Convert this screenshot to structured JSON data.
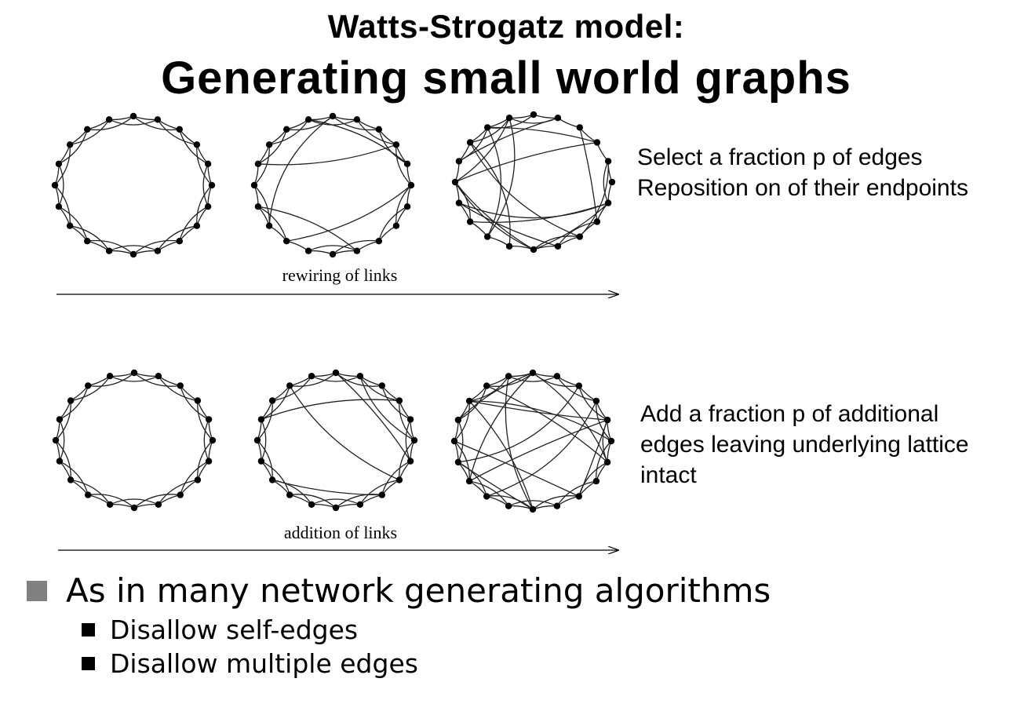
{
  "slide": {
    "title_line1": "Watts-Strogatz model:",
    "title_line2": "Generating small world graphs"
  },
  "diagram": {
    "nodes_per_graph": 20,
    "rewiring": {
      "arrow_label": "rewiring of links",
      "caption_lines": [
        "Select a fraction p of edges",
        "Reposition on of their endpoints"
      ],
      "shortcut_counts": [
        0,
        5,
        16
      ]
    },
    "addition": {
      "arrow_label": "addition of links",
      "caption_lines": [
        "Add a fraction p of additional",
        "edges leaving underlying lattice",
        "intact"
      ],
      "shortcut_counts": [
        0,
        5,
        14
      ]
    }
  },
  "bullets": {
    "main": "As in many network generating algorithms",
    "sub": [
      "Disallow self-edges",
      "Disallow multiple edges"
    ]
  }
}
